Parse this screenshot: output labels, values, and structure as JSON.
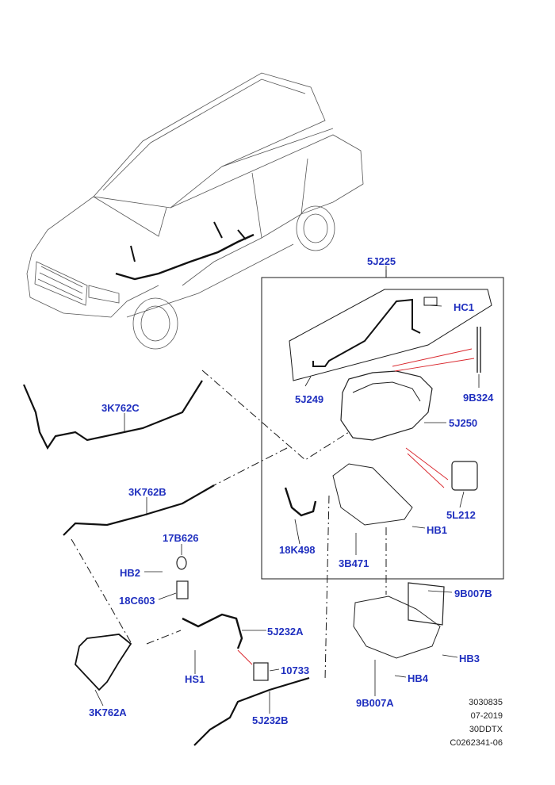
{
  "group_label": "5J225",
  "parts": {
    "hc1": "HC1",
    "p5j249": "5J249",
    "p9b324": "9B324",
    "p5j250": "5J250",
    "p3k762c": "3K762C",
    "p3k762b": "3K762B",
    "p18k498": "18K498",
    "hb1": "HB1",
    "p5l212": "5L212",
    "p3b471": "3B471",
    "p17b626": "17B626",
    "hb2": "HB2",
    "p18c603": "18C603",
    "p5j232a": "5J232A",
    "p9b007b": "9B007B",
    "hb3": "HB3",
    "p10733": "10733",
    "hs1": "HS1",
    "hb4": "HB4",
    "p3k762a": "3K762A",
    "p9b007a": "9B007A",
    "p5j232b": "5J232B"
  },
  "meta": {
    "code": "3030835",
    "date": "07-2019",
    "model": "30DDTX",
    "ref": "C0262341-06"
  },
  "colors": {
    "label": "#1f2fbf",
    "line": "#1a1a1a",
    "leader_red": "#d9262c"
  }
}
